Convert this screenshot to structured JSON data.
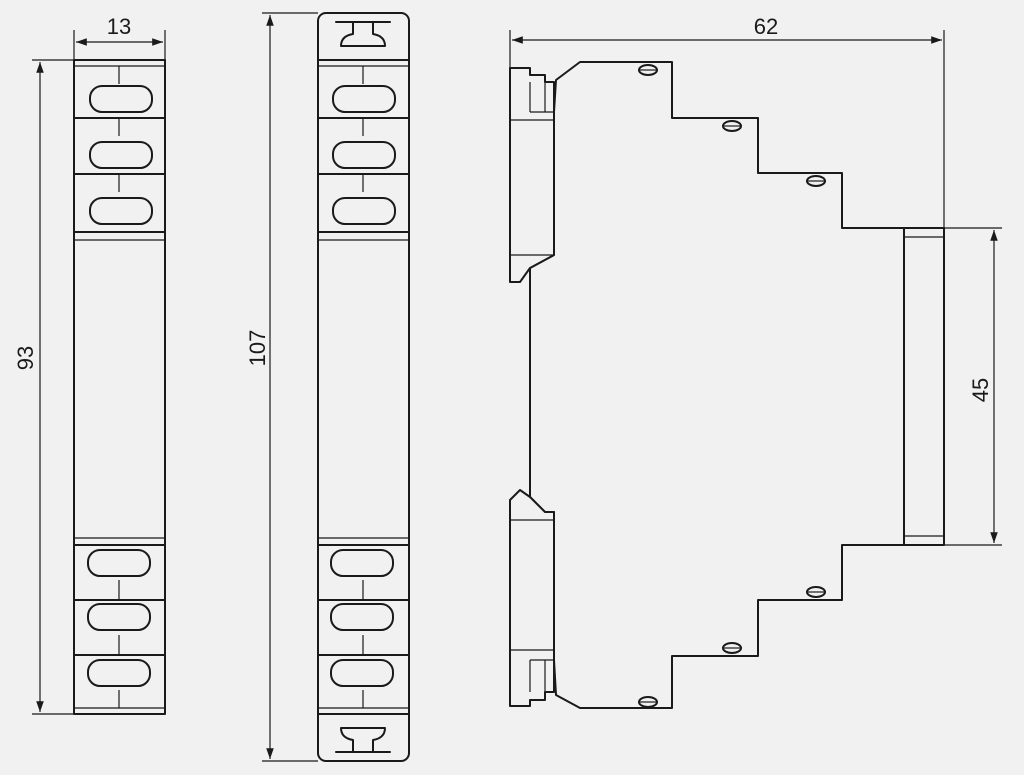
{
  "dimensions": {
    "front_width": "13",
    "front_height": "93",
    "front_height_with_clips": "107",
    "side_depth": "62",
    "side_rail_height": "45"
  },
  "colors": {
    "background": "#f1f1f1",
    "line": "#1a1a1a"
  }
}
